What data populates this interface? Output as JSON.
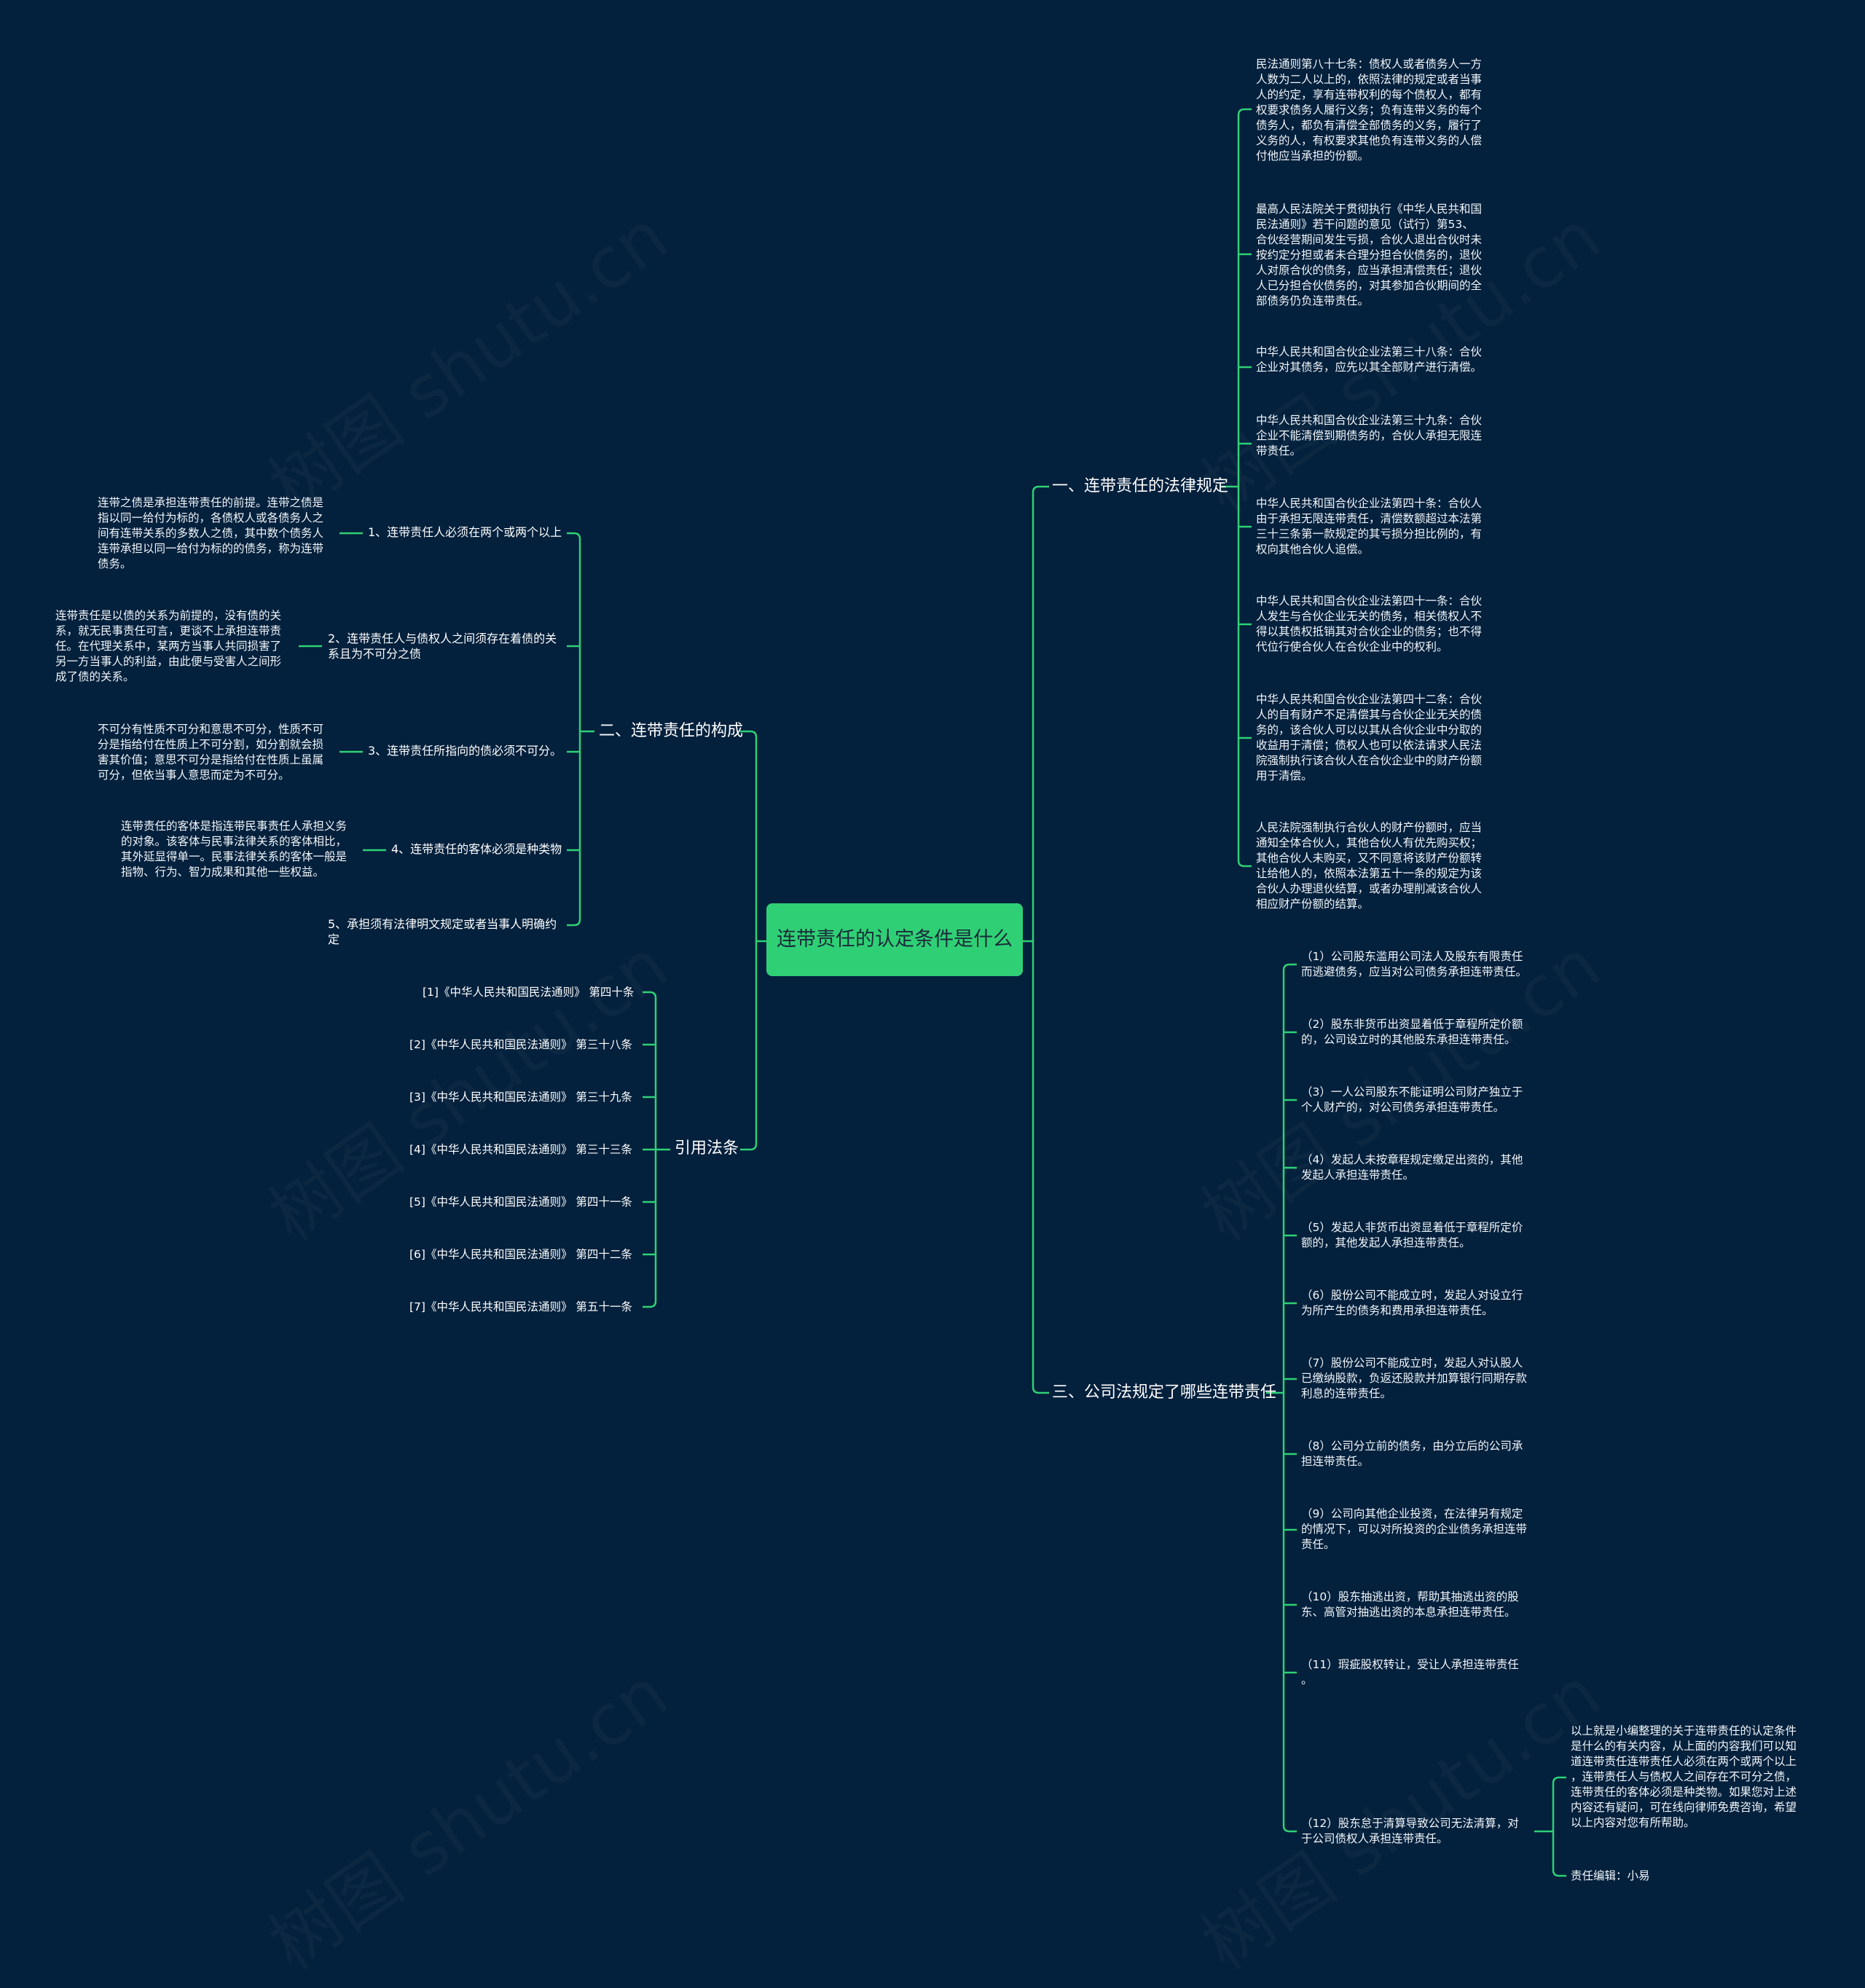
{
  "root": {
    "title": "连带责任的认定条件是什么"
  },
  "colors": {
    "background": "#03203c",
    "line": "#2fd075",
    "root_fill": "#2fd075"
  },
  "watermark": "树图 shutu.cn",
  "branches": {
    "legal": {
      "title": "一、连带责任的法律规定",
      "items": [
        "民法通则第八十七条：债权人或者债务人一方\n人数为二人以上的，依照法律的规定或者当事\n人的约定，享有连带权利的每个债权人，都有\n权要求债务人履行义务；负有连带义务的每个\n债务人，都负有清偿全部债务的义务，履行了\n义务的人，有权要求其他负有连带义务的人偿\n付他应当承担的份额。",
        "最高人民法院关于贯彻执行《中华人民共和国\n民法通则》若干问题的意见（试行）第53、\n合伙经营期间发生亏损，合伙人退出合伙时未\n按约定分担或者未合理分担合伙债务的，退伙\n人对原合伙的债务，应当承担清偿责任；退伙\n人已分担合伙债务的，对其参加合伙期间的全\n部债务仍负连带责任。",
        "中华人民共和国合伙企业法第三十八条：合伙\n企业对其债务，应先以其全部财产进行清偿。",
        "中华人民共和国合伙企业法第三十九条：合伙\n企业不能清偿到期债务的，合伙人承担无限连\n带责任。",
        "中华人民共和国合伙企业法第四十条：合伙人\n由于承担无限连带责任，清偿数额超过本法第\n三十三条第一款规定的其亏损分担比例的，有\n权向其他合伙人追偿。",
        "中华人民共和国合伙企业法第四十一条：合伙\n人发生与合伙企业无关的债务，相关债权人不\n得以其债权抵销其对合伙企业的债务；也不得\n代位行使合伙人在合伙企业中的权利。",
        "中华人民共和国合伙企业法第四十二条：合伙\n人的自有财产不足清偿其与合伙企业无关的债\n务的，该合伙人可以以其从合伙企业中分取的\n收益用于清偿；债权人也可以依法请求人民法\n院强制执行该合伙人在合伙企业中的财产份额\n用于清偿。",
        "人民法院强制执行合伙人的财产份额时，应当\n通知全体合伙人，其他合伙人有优先购买权；\n其他合伙人未购买，又不同意将该财产份额转\n让给他人的，依照本法第五十一条的规定为该\n合伙人办理退伙结算，或者办理削减该合伙人\n相应财产份额的结算。"
      ]
    },
    "company": {
      "title": "三、公司法规定了哪些连带责任",
      "items": [
        "（1）公司股东滥用公司法人及股东有限责任\n而逃避债务，应当对公司债务承担连带责任。",
        "（2）股东非货币出资显着低于章程所定价额\n的，公司设立时的其他股东承担连带责任。",
        "（3）一人公司股东不能证明公司财产独立于\n个人财产的，对公司债务承担连带责任。",
        "（4）发起人未按章程规定缴足出资的，其他\n发起人承担连带责任。",
        "（5）发起人非货币出资显着低于章程所定价\n额的，其他发起人承担连带责任。",
        "（6）股份公司不能成立时，发起人对设立行\n为所产生的债务和费用承担连带责任。",
        "（7）股份公司不能成立时，发起人对认股人\n已缴纳股款，负返还股款并加算银行同期存款\n利息的连带责任。",
        "（8）公司分立前的债务，由分立后的公司承\n担连带责任。",
        "（9）公司向其他企业投资，在法律另有规定\n的情况下，可以对所投资的企业债务承担连带\n责任。",
        "（10）股东抽逃出资，帮助其抽逃出资的股\n东、高管对抽逃出资的本息承担连带责任。",
        "（11）瑕疵股权转让，受让人承担连带责任\n。",
        "（12）股东怠于清算导致公司无法清算，对\n于公司债权人承担连带责任。"
      ],
      "summary": "以上就是小编整理的关于连带责任的认定条件\n是什么的有关内容，从上面的内容我们可以知\n道连带责任连带责任人必须在两个或两个以上\n，连带责任人与债权人之间存在不可分之债，\n连带责任的客体必须是种类物。如果您对上述\n内容还有疑问，可在线向律师免费咨询，希望\n以上内容对您有所帮助。",
      "editor": "责任编辑：小易"
    },
    "composition": {
      "title": "二、连带责任的构成",
      "items": [
        {
          "label": "1、连带责任人必须在两个或两个以上",
          "detail": "连带之债是承担连带责任的前提。连带之债是\n指以同一给付为标的，各债权人或各债务人之\n间有连带关系的多数人之债，其中数个债务人\n连带承担以同一给付为标的的债务，称为连带\n债务。"
        },
        {
          "label": "2、连带责任人与债权人之间须存在着债的关\n系且为不可分之债",
          "detail": "连带责任是以债的关系为前提的，没有债的关\n系，就无民事责任可言，更谈不上承担连带责\n任。在代理关系中，某两方当事人共同损害了\n另一方当事人的利益，由此便与受害人之间形\n成了债的关系。"
        },
        {
          "label": "3、连带责任所指向的债必须不可分。",
          "detail": "不可分有性质不可分和意思不可分，性质不可\n分是指给付在性质上不可分割，如分割就会损\n害其价值；意思不可分是指给付在性质上虽属\n可分，但依当事人意思而定为不可分。"
        },
        {
          "label": "4、连带责任的客体必须是种类物",
          "detail": "连带责任的客体是指连带民事责任人承担义务\n的对象。该客体与民事法律关系的客体相比，\n其外延显得单一。民事法律关系的客体一般是\n指物、行为、智力成果和其他一些权益。"
        },
        {
          "label": "5、承担须有法律明文规定或者当事人明确约\n定",
          "detail": ""
        }
      ]
    },
    "refs": {
      "title": "引用法条",
      "items": [
        "[1]《中华人民共和国民法通则》 第四十条",
        "[2]《中华人民共和国民法通则》 第三十八条",
        "[3]《中华人民共和国民法通则》 第三十九条",
        "[4]《中华人民共和国民法通则》 第三十三条",
        "[5]《中华人民共和国民法通则》 第四十一条",
        "[6]《中华人民共和国民法通则》 第四十二条",
        "[7]《中华人民共和国民法通则》 第五十一条"
      ]
    }
  }
}
